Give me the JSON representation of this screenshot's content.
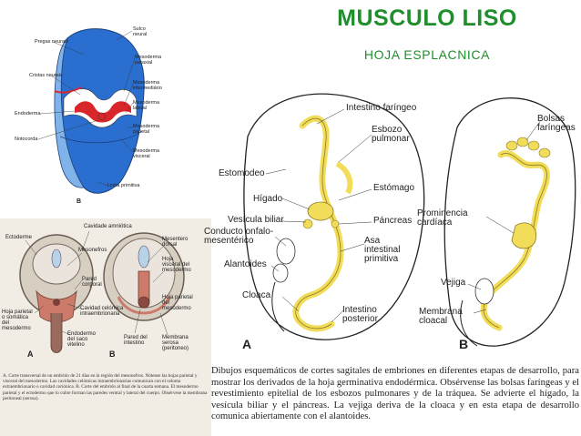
{
  "title": "MUSCULO LISO",
  "subtitle": "HOJA ESPLACNICA",
  "fig_top_left": {
    "labels": {
      "pregas": "Pregas neurais",
      "sulco": "Sulco neural",
      "cristas": "Cristas neurais",
      "mes_par": "Mesoderma paraxial",
      "mes_int": "Mesoderma intermediário",
      "endoderma": "Endoderma",
      "mes_lat": "Mesoderma lateral",
      "notocorda": "Notocorda",
      "mes_parietal": "Mesoderma parietal",
      "mes_visceral": "Mesoderma visceral",
      "linha": "Linha primitiva",
      "letter_b": "B"
    }
  },
  "fig_bottom_left": {
    "labels": {
      "cavidade_amniotica": "Cavidade amniótica",
      "ectoderme": "Ectoderme",
      "mesonefros": "Mesonefros",
      "mesentero_dorsal": "Mesentero dorsal",
      "hoja_visceral": "Hoja visceral del mesodermo",
      "pared_corporal": "Pared corporal",
      "cavidad_celomica": "Cavidad celómica intraembrionaria",
      "hoja_parietal": "Hoja parietal del mesodermo",
      "hoja_parietal_somatica": "Hoja parietal o somática del mesodermo",
      "endodermo_saco": "Endodermo del saco vitelino",
      "pared_intestino": "Pared del intestino",
      "membrana_serosa": "Membrana serosa (peritoneo)",
      "letter_a": "A",
      "letter_b": "B"
    },
    "caption": "A. Corte transversal de un embrión de 21 días en la región del mesonefros. Nótense las hojas parietal y visceral del mesodermo. Las cavidades celómicas intraembrionarias comunican con el celoma extraembrionario o cavidad coriónica. B. Corte del embrión al final de la cuarta semana. El mesodermo parietal y el ectodermo que lo cubre forman las paredes ventral y lateral del cuerpo. Obsérvese la membrana peritoneal (serosa)."
  },
  "fig_right": {
    "labels": {
      "intestino_faringeo": "Intestino faríngeo",
      "esbozo_pulmonar": "Esbozo pulmonar",
      "estomodeo": "Estomodeo",
      "estomago": "Estómago",
      "higado": "Hígado",
      "vesicula": "Vesícula biliar",
      "pancreas": "Páncreas",
      "conducto": "Conducto onfalo-mesentérico",
      "asa": "Asa intestinal primitiva",
      "alantoides": "Alantoides",
      "cloaca": "Cloaca",
      "intestino_posterior": "Intestino posterior",
      "letter_a": "A",
      "bolsas": "Bolsas faríngeas",
      "prominencia": "Prominencia cardíaca",
      "vejiga": "Vejiga",
      "membrana_cloacal": "Membrana cloacal",
      "letter_b": "B"
    },
    "caption": "Dibujos esquemáticos de cortes sagitales de embriones en diferentes etapas de desarrollo, para mostrar los derivados de la hoja germinativa endodérmica. Obsérvense las bolsas faríngeas y el revestimiento epitelial de los esbozos pulmonares y de la tráquea. Se advierte el hígado, la vesícula biliar y el páncreas. La vejiga deriva de la cloaca y en esta etapa de desarrollo comunica abiertamente con el alantoides."
  }
}
